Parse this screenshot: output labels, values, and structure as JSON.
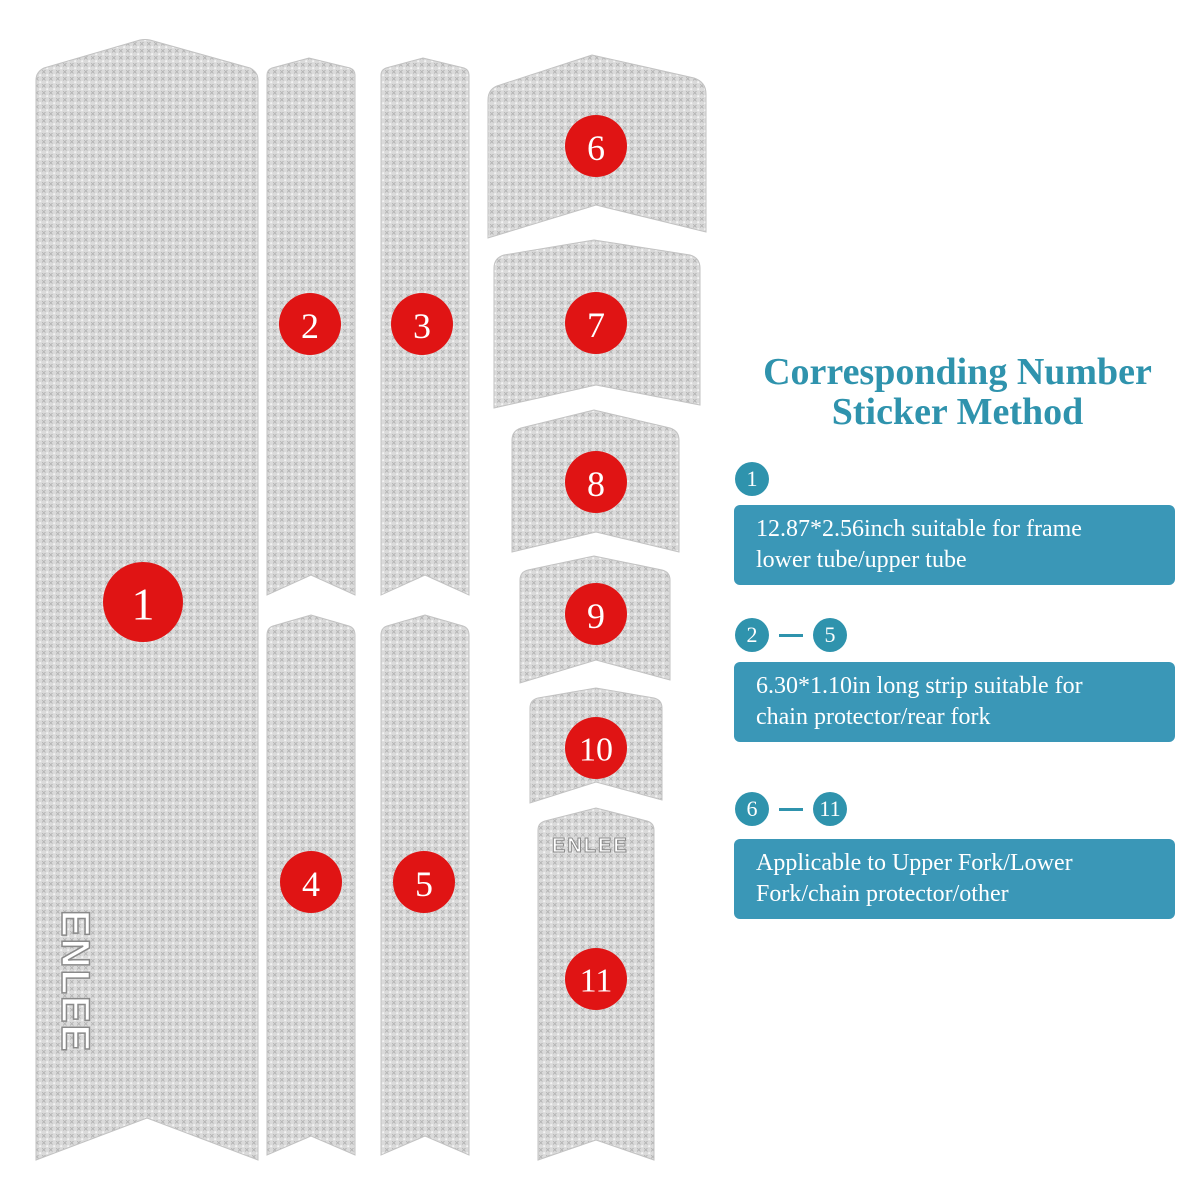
{
  "colors": {
    "accent": "#2f93ad",
    "box": "#3a97b7",
    "marker": "#e01414",
    "sticker": "#d9d9d9"
  },
  "stickers": {
    "markers": [
      "1",
      "2",
      "3",
      "4",
      "5",
      "6",
      "7",
      "8",
      "9",
      "10",
      "11"
    ],
    "logo_text": "ENLEE"
  },
  "panel": {
    "title_line1": "Corresponding Number",
    "title_line2": "Sticker Method",
    "groups": [
      {
        "start": "1",
        "end": "",
        "text_line1": "12.87*2.56inch suitable for frame",
        "text_line2": "lower tube/upper tube"
      },
      {
        "start": "2",
        "end": "5",
        "text_line1": "6.30*1.10in long strip suitable for",
        "text_line2": "chain protector/rear fork"
      },
      {
        "start": "6",
        "end": "11",
        "text_line1": "Applicable to Upper Fork/Lower",
        "text_line2": "Fork/chain protector/other"
      }
    ]
  }
}
